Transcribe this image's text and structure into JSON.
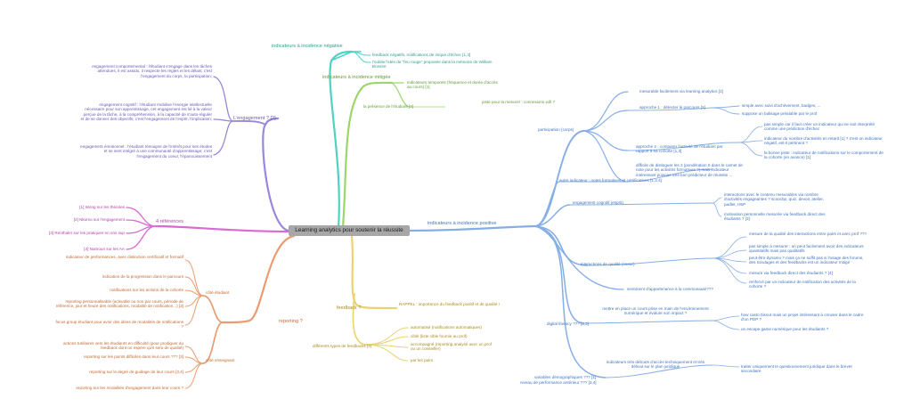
{
  "central": "Learning analytics pour soutenir la réussite",
  "colors": {
    "teal": "#4fd1c5",
    "green": "#9bd66a",
    "purple": "#9a86db",
    "magenta": "#d96ad1",
    "orange": "#ea9c70",
    "yellow": "#ead270",
    "blue": "#86aee6"
  },
  "branches": {
    "negative": {
      "title": "indicateurs à incidence négative",
      "items": [
        "feedback négatifs, notifications de risque d'échec [1,3]",
        "l'oublie l'idée de \"feu rouge\" proposée dans la mémoire de William Bonsire"
      ]
    },
    "mitigee": {
      "title": "indicateurs à incidence mitigée",
      "items": [
        "indicateurs temporels (fréquence et durée d'accès au cours) [1]",
        "la présence de l'étudiant [4]",
        "piste pour la mesurer : connexions wifi ?"
      ]
    },
    "engagement": {
      "title": "L'engagement ? [2]",
      "items": [
        "engagement comportemental : l'étudiant s'engage dans les tâches attendues, il est assidu, il respecte les règles et les délais; c'est l'engagement du corps, la participation;",
        "engagement cognitif : l'étudiant mobilise l'énergie intellectuelle nécessaire pour son apprentissage, cet engagement est lié à la valeur perçue de la tâche, à la compréhension, à la capacité de s'auto-réguler et de se donner des objectifs; c'est l'engagement de l'esprit, l'implication;",
        "engagement émotionnel : l'étudiant témoigne de l'intérêt pour ses études et se sent intégré à une communauté d'apprentissage; c'est l'engagement du coeur, l'épanouissement"
      ]
    },
    "references": {
      "title": "4 références",
      "items": [
        "[1] Wong sur les théories",
        "[2] Nkomo sur l'engagement",
        "[3] Renthaler sur les pratiques en ons sup",
        "[4] Namoun sur les AA"
      ]
    },
    "reporting": {
      "title": "reporting ?",
      "etudiant": {
        "title": "côté étudiant",
        "items": [
          "indicateur de performances, avec distinction certificatif et formatif",
          "indication de la progression dans le parcours",
          "notifications sur les actions de la cohorte",
          "reporting personnalisable (activable ou non par cours, période de référence, jour et heure des notifications, modalité de notification...) [3]",
          "focus group étudiant pour avoir des idées de modalités de notifications ?"
        ]
      },
      "enseignant": {
        "title": "côté enseignant",
        "items": [
          "actions tutélaires vers les étudiants en difficulté (pour prodiguer du feedback dont on espère qu'il sera de qualité)",
          "reporting sur les points difficiles dans leur cours ??? [3]",
          "reporting sur le degré de guidage de leur cours [3,4]",
          "reporting sur les modalités d'engagement dans leur cours ?"
        ]
      }
    },
    "feedback": {
      "title": "feedback ?",
      "rappel": "RAPPEL : importance du feedback positif et de qualité !",
      "types_title": "différents types de feedbacks [4]",
      "types": [
        "automatisé (notifications automatiques)",
        "ciblé (liste cible fournie au prof)",
        "accompagné (reporting analysé avec un prof ou un conseiller)",
        "par les pairs"
      ]
    },
    "positive": {
      "title": "indicateurs à incidence positive",
      "participation": {
        "title": "participation (corps)",
        "measurable": "mesurable facilement via learning analytics [2]",
        "approche1": {
          "title": "approche 1 : détecter le parcours [2]",
          "items": [
            "simple avec suivi d'achèvement, badges, ...",
            "suppose un balisage préalable par le prof"
          ]
        },
        "approche2": {
          "title": "approche 2 : comparer l'activité de l'étudiant par rapport à sa cohorte [1,3]",
          "items": [
            "pas simple car il faut créer un indicateur qui ne soit interprété comme une prédiction d'échec",
            "indicateur du nombre d'activités en retard [1] ? n'est un indicateur négatif, est-il pertinent ?",
            "la bonne piste : indicateur de notifications sur le comportement de la cohorte (en avance) [1]"
          ]
        },
        "autre": {
          "title": "autre indicateur : notes formatives et certificatives [1,3,4]",
          "item": "difficile de distinguer les 2 (pondération 0 dans le carnet de note pour les activités formatives ?) mais indicateur intéressant puisque très bon prédicteur de réussite ..."
        }
      },
      "cognitif": {
        "title": "engagement cognitif (esprit)",
        "items": [
          "interactions avec le contenu mesurables via nombre d'activités engageantes ? scoocbp, quiz, devoir, atelier, padlet, H5P",
          "motivation personnelle mesurée via feedback direct des étudiants ? [3]"
        ]
      },
      "interactions": {
        "title": "interactions de qualité (coeur)",
        "items": [
          "mesure de la qualité des interactions entre pairs et avec prof ???",
          "pas simple à mesurer : on peut facilement avoir des indicateurs quantitatifs mais pas qualitatifs",
          "peut-être dynamo ? mais ça ne suffit pas si l'usage des forums, des sondages et des feedbacks est un indicateur mitigé",
          "mesure via feedback direct des étudiants ? [4]",
          "renforcé par un indicateur de notification des activités de la cohorte ?"
        ]
      },
      "appartenance": "sentiment d'appartenance à la communauté???",
      "digital": {
        "title": "digital literacy ??? [2,3]",
        "mettre": "mettre en place un cours prise en main de l'environnement numérique et évaluer son impact ?",
        "items": [
          "how casto bisout mais un projet intéressant à creuser dans le cadre d'un PDP ?",
          "un escape game numérique pour les étudiants ?"
        ]
      },
      "variables": {
        "title1": "variables démographiques ??? [1]",
        "title2": "niveau de performance antérieur ??? [3,4]",
        "delicats": "indicateurs très délicats d'accès techniquement et très délicat sur le plan juridique",
        "traiter": "traiter uniquement le questionnement juridique dans le brevet secondaire"
      }
    }
  }
}
